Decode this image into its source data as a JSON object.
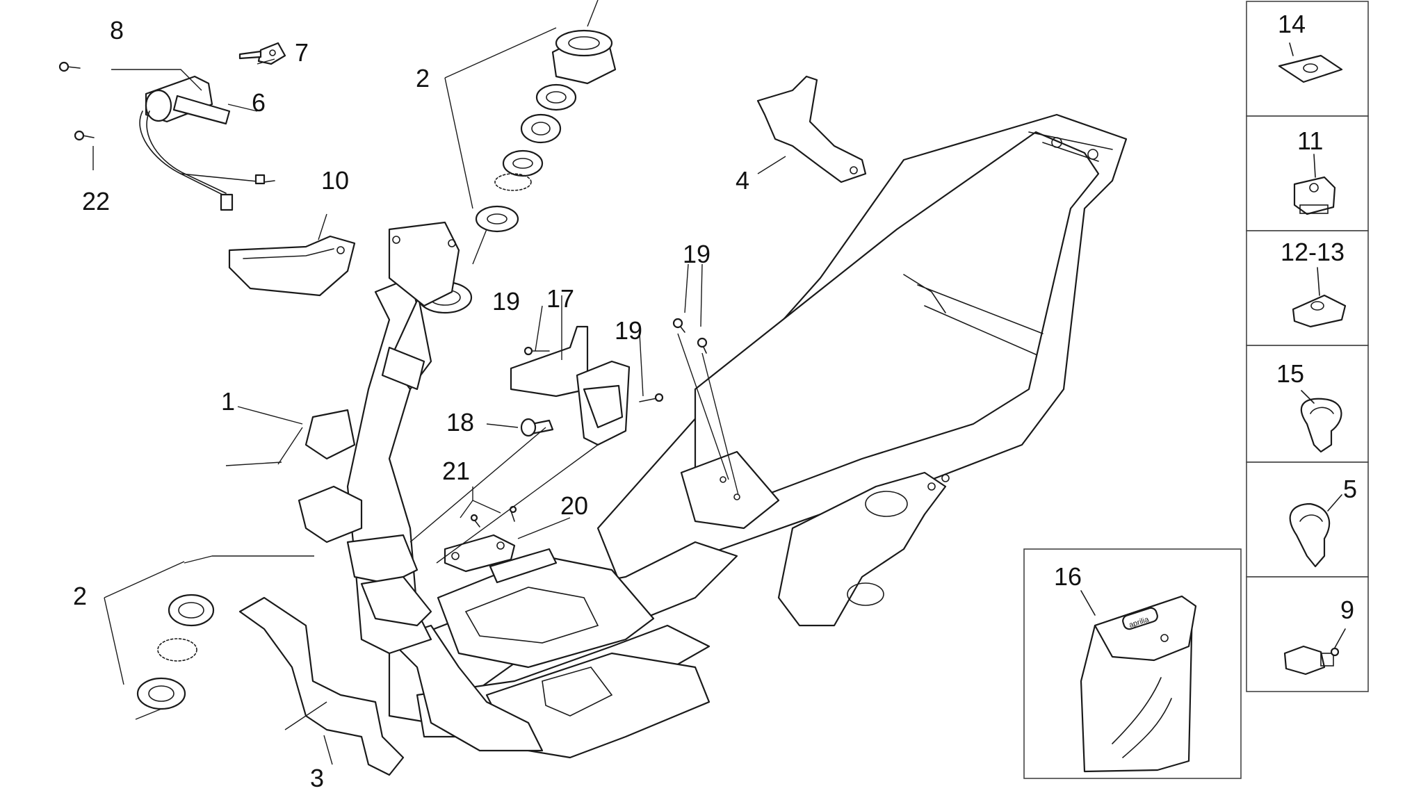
{
  "diagram": {
    "callouts": {
      "c1": "1",
      "c2a": "2",
      "c2b": "2",
      "c3": "3",
      "c4": "4",
      "c6": "6",
      "c7": "7",
      "c8": "8",
      "c10": "10",
      "c17": "17",
      "c18": "18",
      "c19a": "19",
      "c19b": "19",
      "c19c": "19",
      "c20": "20",
      "c21": "21",
      "c22": "22"
    },
    "side_panel": [
      {
        "id": "p14",
        "label": "14"
      },
      {
        "id": "p11",
        "label": "11"
      },
      {
        "id": "p1213",
        "label": "12-13"
      },
      {
        "id": "p15",
        "label": "15"
      },
      {
        "id": "p5",
        "label": "5"
      },
      {
        "id": "p9",
        "label": "9"
      }
    ],
    "kit": {
      "label": "16",
      "brand_text": "aprilia"
    }
  }
}
